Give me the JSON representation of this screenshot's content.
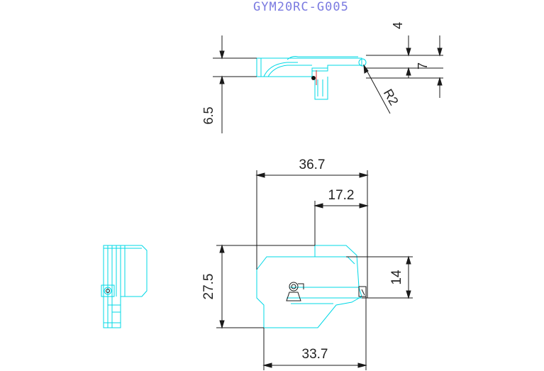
{
  "title": "GYM20RC-G005",
  "dimensions": {
    "d4": "4",
    "d7": "7",
    "r2": "R2",
    "d65": "6.5",
    "d367": "36.7",
    "d172": "17.2",
    "d275": "27.5",
    "d14": "14",
    "d337": "33.7"
  },
  "colors": {
    "part": "#00d8e6",
    "dimension": "#1a1a1a",
    "title": "#7a7ae0",
    "accent": "#e03030"
  }
}
